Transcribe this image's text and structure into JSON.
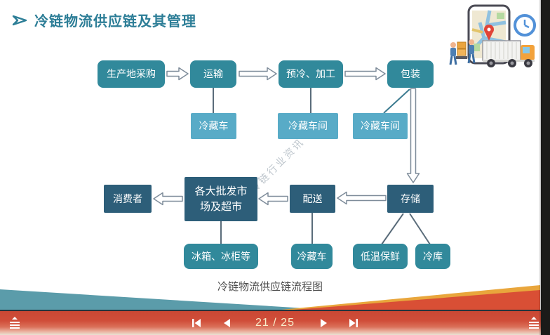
{
  "slide": {
    "title": "冷链物流供应链及其管理",
    "caption": "冷链物流供应链流程图",
    "watermark": "冷链行业资讯"
  },
  "flowchart": {
    "purchase": "生产地采购",
    "transport": "运输",
    "precooling": "预冷、加工",
    "packaging": "包装",
    "refrigerated_truck_top": "冷藏车",
    "cold_workshop_1": "冷藏车间",
    "cold_workshop_2": "冷藏车间",
    "consumer": "消费者",
    "wholesale_market": "各大批发市场及超市",
    "delivery": "配送",
    "storage": "存储",
    "fridge_freezer": "冰箱、冰柜等",
    "refrigerated_truck_bottom": "冷藏车",
    "low_temp_fresh": "低温保鲜",
    "cold_storage": "冷库"
  },
  "toolbar": {
    "page_indicator": "21 / 25",
    "icons": [
      "skip-start",
      "previous",
      "next",
      "skip-end",
      "menu-left",
      "menu-right"
    ]
  },
  "colors": {
    "title_teal": "#2d7e97",
    "teal_node": "#31899b",
    "light_blue_node": "#58abc7",
    "dark_node": "#2d5e79",
    "bar_red": "#d04d39",
    "wave_teal": "#5b9caa",
    "wave_orange": "#d94f35",
    "wave_gold": "#e9a63c"
  }
}
